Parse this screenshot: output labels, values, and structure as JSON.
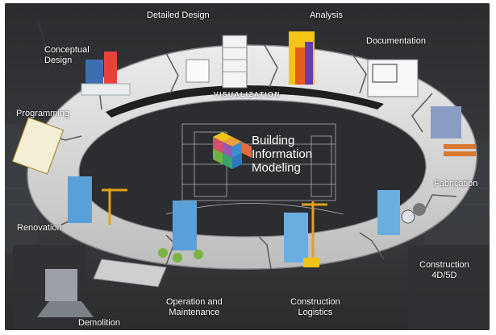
{
  "diagram": {
    "center_title_lines": [
      "Building",
      "Information",
      "Modeling"
    ],
    "ring_label": "VISUALIZATION",
    "stages": [
      {
        "key": "detailed",
        "label": "Detailed Design"
      },
      {
        "key": "analysis",
        "label": "Analysis"
      },
      {
        "key": "conceptual",
        "label": "Conceptual\nDesign"
      },
      {
        "key": "documentation",
        "label": "Documentation"
      },
      {
        "key": "programming",
        "label": "Programming"
      },
      {
        "key": "fabrication",
        "label": "Fabrication"
      },
      {
        "key": "renovation",
        "label": "Renovation"
      },
      {
        "key": "construction4d",
        "label": "Construction\n4D/5D"
      },
      {
        "key": "operation",
        "label": "Operation and\nMaintenance"
      },
      {
        "key": "logistics",
        "label": "Construction\nLogistics"
      },
      {
        "key": "demolition",
        "label": "Demolition"
      }
    ]
  },
  "colors": {
    "background": "#1e1f21",
    "ring_surface": "#d9d9d9",
    "ring_edge": "#8a8a8a",
    "inner_band": "#222222",
    "logo": [
      "#e8a23a",
      "#d94f6a",
      "#6db33f",
      "#3a8fd1",
      "#f0c419",
      "#9b59b6"
    ]
  }
}
